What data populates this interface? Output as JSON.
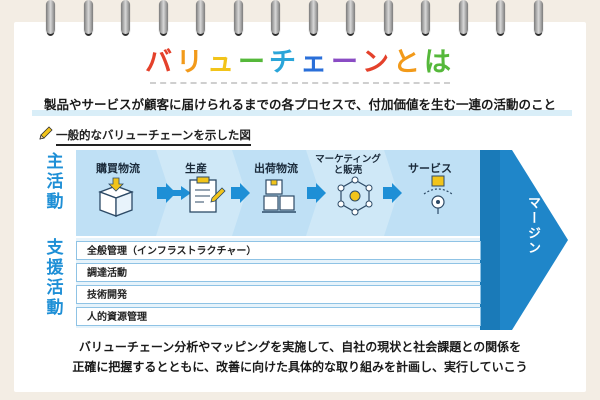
{
  "title": {
    "chars": [
      "バ",
      "リ",
      "ュ",
      "ー",
      "チ",
      "ェ",
      "ー",
      "ン",
      "と",
      "は"
    ],
    "colors": [
      "#e4412b",
      "#f29a1a",
      "#f2c41a",
      "#55b83a",
      "#2aa5d9",
      "#2a6fd9",
      "#8a4cc4",
      "#e4412b",
      "#f29a1a",
      "#55b83a"
    ]
  },
  "subtitle": "製品やサービスが顧客に届けられるまでの各プロセスで、付加価値を生む一連の活動のこと",
  "caption": "一般的なバリューチェーンを示した図",
  "primary_label": [
    "主",
    "活",
    "動"
  ],
  "support_label": [
    "支",
    "援",
    "活",
    "動"
  ],
  "primary_steps": [
    {
      "label": "購買物流",
      "icon": "box-icon"
    },
    {
      "label": "生産",
      "icon": "clipboard-icon"
    },
    {
      "label": "出荷物流",
      "icon": "boxes-icon"
    },
    {
      "label": "マーケティング\nと販売",
      "icon": "network-icon"
    },
    {
      "label": "サービス",
      "icon": "delivery-icon"
    }
  ],
  "support_rows": [
    "全般管理（インフラストラクチャー）",
    "調達活動",
    "技術開発",
    "人的資源管理"
  ],
  "margin_label": "マージン",
  "footer": [
    "バリューチェーン分析やマッピングを実施して、自社の現状と社会課題との関係を",
    "正確に把握するとともに、改善に向けた具体的な取り組みを計画し、実行していこう"
  ],
  "colors": {
    "accent": "#1e8fd6",
    "light_blue": "#cfe8f7",
    "mid_blue": "#a9d4f0",
    "dark_blue": "#1f86c9"
  }
}
